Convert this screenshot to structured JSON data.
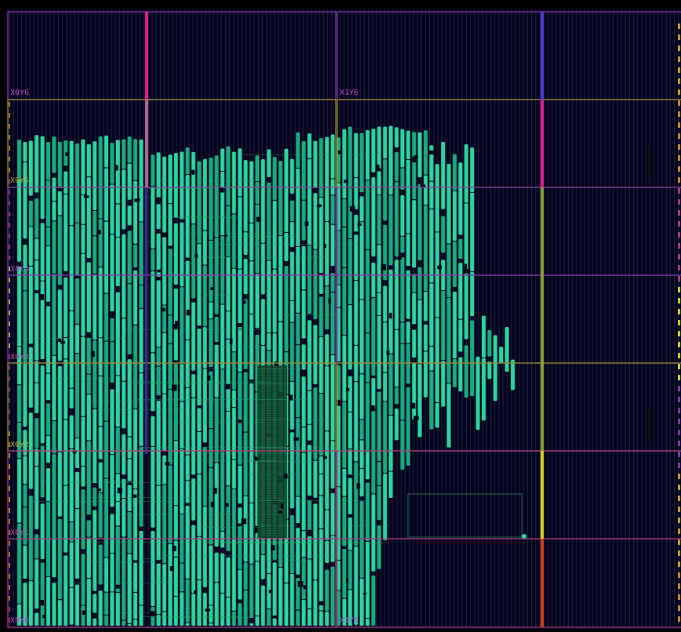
{
  "view": {
    "clock_region_labels": [
      "X0Y6",
      "X1Y6",
      "X0Y5",
      "X0Y4",
      "X0Y3",
      "X0Y2",
      "X0Y1",
      "X0Y0",
      "X1Y0"
    ]
  },
  "colors": {
    "background": "#04041a",
    "tile_bg": "#05051c",
    "column_line": "#1a1a44",
    "cell_fill": "#1ab584",
    "cell_light": "#2fe0a6",
    "cell_dark": "#0d6a4d",
    "net": "#2aa86a",
    "region_purple": "#8a38b0",
    "region_yellow": "#a39a2c",
    "region_pink": "#b03a86",
    "clock_spine_magenta": "#e0208c",
    "clock_spine_blue": "#4a40d0",
    "clock_spine_yellow": "#d6d620",
    "clock_spine_red": "#d64020"
  },
  "icons": []
}
